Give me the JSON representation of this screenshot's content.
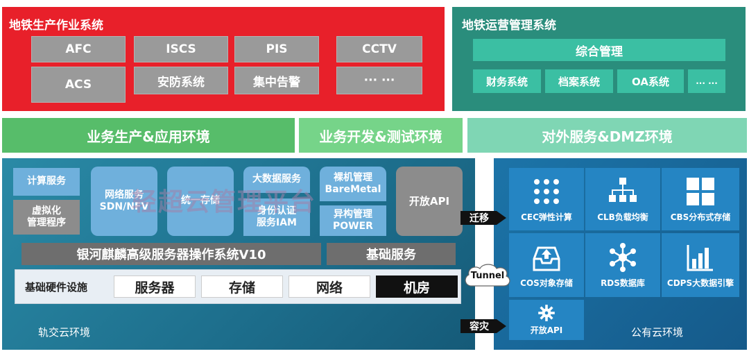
{
  "prod_system": {
    "title": "地铁生产作业系统",
    "items": [
      "AFC",
      "ISCS",
      "PIS",
      "CCTV",
      "ACS",
      "安防系统",
      "集中告警",
      "··· ···"
    ]
  },
  "ops_system": {
    "title": "地铁运营管理系统",
    "main": "综合管理",
    "items": [
      "财务系统",
      "档案系统",
      "OA系统",
      "... ..."
    ]
  },
  "envs": {
    "production": "业务生产&应用环境",
    "dev_test": "业务开发&测试环境",
    "dmz": "对外服务&DMZ环境"
  },
  "rail_cloud": {
    "label": "轨交云环境",
    "compute": "计算服务",
    "virtualization": "虚拟化\n管理程序",
    "network_service": "网络服务\nSDN/NFV",
    "storage": "统一存储",
    "big_data": "大数据服务",
    "identity": "身份认证\n服务IAM",
    "bare_metal": "裸机管理\nBareMetal",
    "hetero": "异构管理\nPOWER",
    "open_api": "开放API",
    "os": "银河麒麟高级服务器操作系统V10",
    "base_service": "基础服务",
    "hardware": {
      "label": "基础硬件设施",
      "items": [
        "服务器",
        "存储",
        "网络",
        "机房"
      ]
    }
  },
  "public_cloud": {
    "label": "公有云环境",
    "tiles": [
      {
        "label": "CEC弹性计算",
        "icon": "grid-dots-icon"
      },
      {
        "label": "CLB负载均衡",
        "icon": "hierarchy-icon"
      },
      {
        "label": "CBS分布式存储",
        "icon": "blocks-icon"
      },
      {
        "label": "COS对象存储",
        "icon": "inbox-upload-icon"
      },
      {
        "label": "RDS数据库",
        "icon": "network-node-icon"
      },
      {
        "label": "CDPS大数据引擎",
        "icon": "bar-chart-icon"
      },
      {
        "label": "开放API",
        "icon": "gear-icon"
      }
    ]
  },
  "connectors": {
    "migrate": "迁移",
    "tunnel": "Tunnel",
    "burst": "容灾"
  },
  "watermark": "轻超云管理平台",
  "colors": {
    "prod_red": "#e8202a",
    "ops_teal": "#2a8d7c",
    "env_green": "#57bd6a",
    "env_mint": "#7fd6b4",
    "rail_blue": "#1d6e8c",
    "pub_blue": "#155a8a"
  }
}
